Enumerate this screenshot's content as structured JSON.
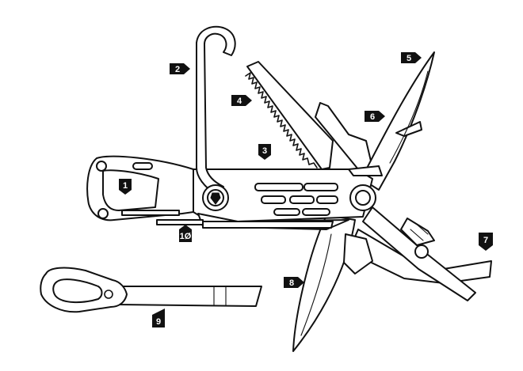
{
  "callouts": [
    {
      "id": "1",
      "label": "1"
    },
    {
      "id": "2",
      "label": "2"
    },
    {
      "id": "3",
      "label": "3"
    },
    {
      "id": "4",
      "label": "4"
    },
    {
      "id": "5",
      "label": "5"
    },
    {
      "id": "6",
      "label": "6"
    },
    {
      "id": "7",
      "label": "7"
    },
    {
      "id": "8",
      "label": "8"
    },
    {
      "id": "9",
      "label": "9"
    },
    {
      "id": "10",
      "label": "1Ø"
    }
  ],
  "colors": {
    "line": "#111111",
    "background": "#ffffff",
    "callout": "#111111"
  }
}
